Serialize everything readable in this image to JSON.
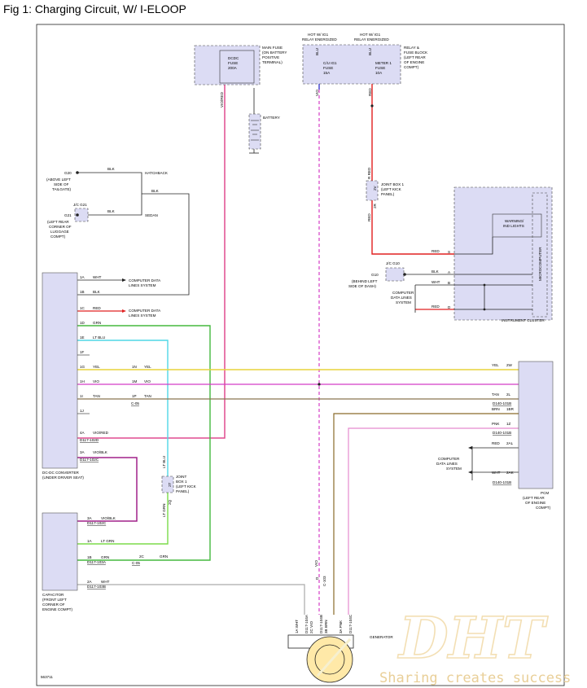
{
  "title": "Fig 1: Charging Circuit, W/ I-ELOOP",
  "figure_id": "563711",
  "watermark": {
    "logo": "DHT",
    "slogan": "Sharing creates success"
  },
  "main_fuse": {
    "fuse_text": [
      "DCDC",
      "FUSE",
      "200A"
    ],
    "label": [
      "MAIN FUSE",
      "(ON BATTERY",
      "POSITIVE",
      "TERMINAL)"
    ],
    "wire": "VIO/RED"
  },
  "battery": {
    "label": "BATTERY"
  },
  "relay_block": {
    "hot1": [
      "HOT W/ IG1",
      "RELAY ENERGIZED"
    ],
    "hot2": [
      "HOT W/ IG1",
      "RELAY ENERGIZED"
    ],
    "fuse1": [
      "C/U IG1",
      "FUSE",
      "15A"
    ],
    "fuse2": [
      "METER 1",
      "FUSE",
      "10A"
    ],
    "wire1": "BLU",
    "wire2": "BLU",
    "label": [
      "RELAY &",
      "FUSE BLOCK",
      "(LEFT REAR",
      "OF ENGINE",
      "COMPT)"
    ],
    "out1": "VIO",
    "out2": "RED"
  },
  "ground_hatch": {
    "id": "G20",
    "label": [
      "(ABOVE LEFT",
      "SIDE OF",
      "TAILGATE)"
    ],
    "wire": "BLK",
    "variant": "HATCHBACK"
  },
  "ground_sedan": {
    "id": "G21",
    "jc": "J/C G21",
    "label": [
      "(LEFT REAR",
      "CORNER OF",
      "LUGGAGE",
      "COMPT)"
    ],
    "wire": "BLK",
    "variant": "SEDAN"
  },
  "common_blk": "BLK",
  "dcdc": {
    "label": [
      "DC-DC CONVERTER",
      "(UNDER DRIVER SEAT)"
    ],
    "pins": [
      {
        "pin": "1A",
        "wire": "WHT"
      },
      {
        "pin": "1B",
        "wire": "BLK"
      },
      {
        "pin": "1C",
        "wire": "RED"
      },
      {
        "pin": "1D",
        "wire": "GRN"
      },
      {
        "pin": "1E",
        "wire": "LT BLU"
      },
      {
        "pin": "1F",
        "wire": ""
      },
      {
        "pin": "1G",
        "wire": "YEL"
      },
      {
        "pin": "1H",
        "wire": "VIO"
      },
      {
        "pin": "1I",
        "wire": "TAN"
      },
      {
        "pin": "1J",
        "wire": ""
      },
      {
        "pin": "4A",
        "wire": "VIO/RED"
      },
      {
        "pin": "3A",
        "wire": "VIO/BLK"
      }
    ],
    "conn_4a": "D117-102D",
    "conn_3a": "D117-102C",
    "data_label": [
      "COMPUTER DATA",
      "LINES SYSTEM"
    ]
  },
  "inline_c05": {
    "pins": [
      {
        "pin": "1N",
        "wire": "YEL"
      },
      {
        "pin": "1M",
        "wire": "VIO"
      },
      {
        "pin": "1P",
        "wire": "TAN"
      }
    ],
    "connector": "C-05"
  },
  "joint_box_top": {
    "label": [
      "JOINT BOX 1",
      "(LEFT KICK",
      "PANEL)"
    ],
    "in_wire": "R RED",
    "in_pin": "2V",
    "out_pin": "2R",
    "out_wire": "RED"
  },
  "joint_box_bottom": {
    "label": [
      "JOINT",
      "BOX 1",
      "(LEFT KICK",
      "PANEL)"
    ],
    "in_wire": "LT BLU",
    "in_pin": "2T",
    "out_pin": "2Q",
    "out_wire": "LT GRN"
  },
  "cluster": {
    "title": "INSTRUMENT CLUSTER",
    "lamp": [
      "WARNING/",
      "IND LIGHTS"
    ],
    "micro": "MICROCOMPUTER",
    "pins": [
      {
        "pin": "S",
        "wire": "RED"
      },
      {
        "pin": "A",
        "wire": "BLK"
      },
      {
        "pin": "B",
        "wire": "WHT"
      },
      {
        "pin": "D",
        "wire": "RED"
      }
    ],
    "ground": {
      "id": "G10",
      "jc": "J/C G10",
      "label": [
        "(BEHIND LEFT",
        "SIDE OF DASH)"
      ]
    },
    "data_label": [
      "COMPUTER",
      "DATA LINES",
      "SYSTEM"
    ]
  },
  "pcm": {
    "label": [
      "PCM",
      "(LEFT REAR",
      "OF ENGINE",
      "COMPT)"
    ],
    "pins": [
      {
        "pin": "2W",
        "wire": "YEL"
      },
      {
        "pin": "2L",
        "wire": "TAN"
      },
      {
        "pin": "1BR",
        "wire": "BRN"
      },
      {
        "pin": "1Z",
        "wire": "PNK"
      },
      {
        "pin": "2AL",
        "wire": "RED"
      },
      {
        "pin": "2AK",
        "wire": "WHT"
      }
    ],
    "conn_a": "D140-101B",
    "conn_b": "D140-101B",
    "conn_c": "D140-101B",
    "data_label": [
      "COMPUTER",
      "DATA LINES",
      "SYSTEM"
    ]
  },
  "capacitor": {
    "label": [
      "CAPACITOR",
      "(FRONT LEFT",
      "CORNER OF",
      "ENGINE COMPT)"
    ],
    "pins": [
      {
        "pin": "3A",
        "wire": "VIO/BLK",
        "conn": "D117-102C"
      },
      {
        "pin": "1A",
        "wire": "LT GRN",
        "conn": ""
      },
      {
        "pin": "1B",
        "wire": "GRN",
        "conn": "D117-103A"
      },
      {
        "pin": "2A",
        "wire": "WHT",
        "conn": "D117-103B"
      }
    ],
    "c05": {
      "pin": "2C",
      "wire": "GRN",
      "connector": "C-05"
    }
  },
  "generator": {
    "label": "GENERATOR",
    "pins": [
      {
        "pin": "1A",
        "wire": "WHT",
        "conn": "D117-104A"
      },
      {
        "pin": "2C",
        "wire": "VIO",
        "conn": "D117-104B"
      },
      {
        "pin": "3B",
        "wire": "BRN",
        "conn": ""
      },
      {
        "pin": "3A",
        "wire": "PNK",
        "conn": "D117-104C"
      }
    ],
    "vio_wire": "VIO",
    "d_label": "D",
    "d_conn": "C-103"
  }
}
